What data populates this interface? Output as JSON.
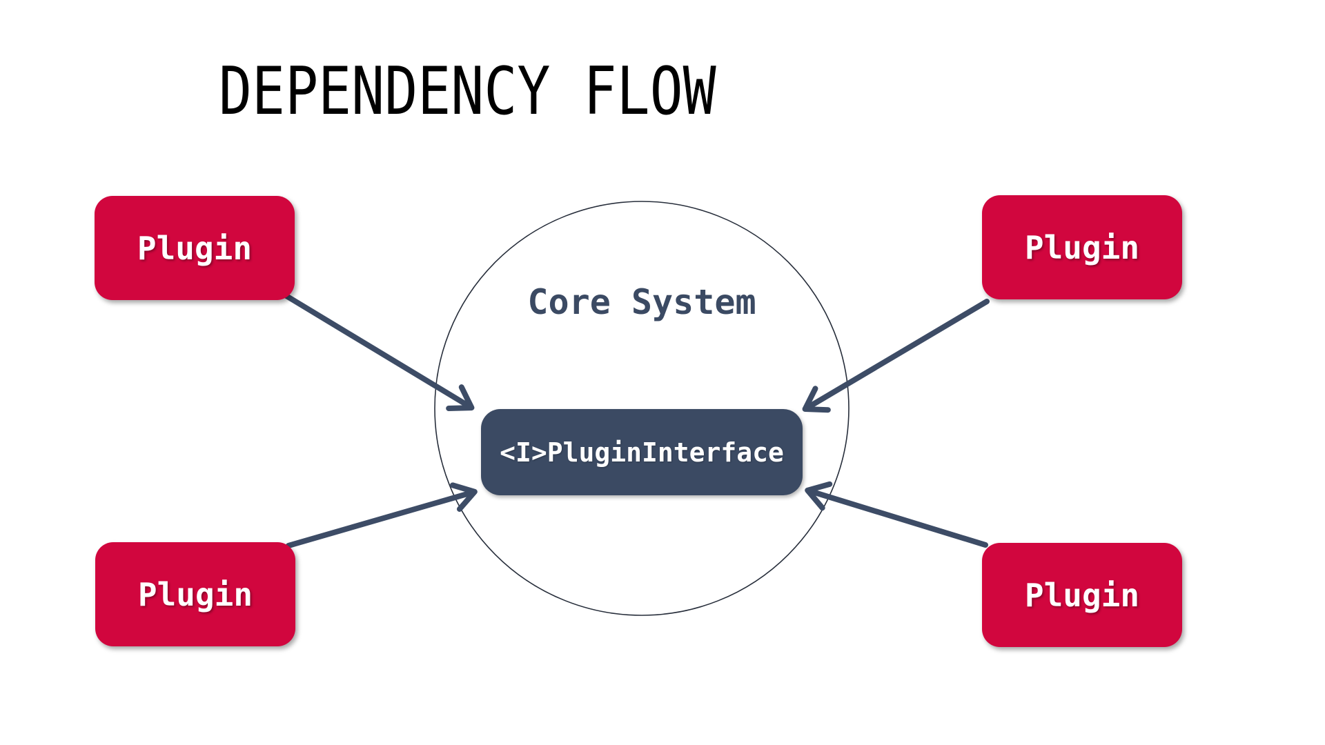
{
  "title": "DEPENDENCY FLOW",
  "core": {
    "label": "Core System",
    "interface_label": "<I>PluginInterface"
  },
  "plugins": [
    {
      "label": "Plugin",
      "position": "top-left"
    },
    {
      "label": "Plugin",
      "position": "top-right"
    },
    {
      "label": "Plugin",
      "position": "bottom-left"
    },
    {
      "label": "Plugin",
      "position": "bottom-right"
    }
  ],
  "colors": {
    "plugin_box": "#d1063e",
    "interface_box": "#3b4a63",
    "arrow": "#3d4c66",
    "circle_stroke": "#262d3a",
    "core_label_text": "#3b4a63",
    "title_text": "#000000",
    "background": "#ffffff"
  }
}
